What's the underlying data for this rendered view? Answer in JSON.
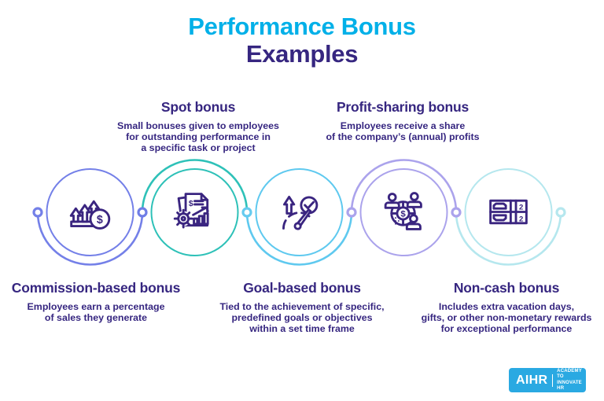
{
  "title": {
    "line1": "Performance Bonus",
    "line2": "Examples"
  },
  "items": [
    {
      "name": "commission-based-bonus",
      "heading": "Commission-based bonus",
      "description": "Employees earn a percentage\nof sales they generate",
      "label_position": "bottom",
      "icon": "rising-arrows-dollar-icon",
      "color": "#7480E8"
    },
    {
      "name": "spot-bonus",
      "heading": "Spot bonus",
      "description": "Small bonuses given to employees\nfor outstanding performance in\na specific task or project",
      "label_position": "top",
      "icon": "document-gear-chart-icon",
      "color": "#2EC1B8"
    },
    {
      "name": "goal-based-bonus",
      "heading": "Goal-based bonus",
      "description": "Tied to the achievement of specific,\npredefined goals or objectives\nwithin a set time frame",
      "label_position": "bottom",
      "icon": "gauge-checkmark-icon",
      "color": "#5FC9EF"
    },
    {
      "name": "profit-sharing-bonus",
      "heading": "Profit-sharing bonus",
      "description": "Employees receive a share\nof the company’s (annual) profits",
      "label_position": "top",
      "icon": "people-dollar-share-icon",
      "color": "#ABA3EC"
    },
    {
      "name": "non-cash-bonus",
      "heading": "Non-cash bonus",
      "description": "Includes extra vacation days,\ngifts, or other non-monetary rewards\nfor exceptional performance",
      "label_position": "bottom",
      "icon": "banknotes-icon",
      "color": "#B5E7EE"
    }
  ],
  "connector_dots": [
    "#7480E8",
    "#6F7DE6",
    "#66CBEF",
    "#ABA3EC",
    "#ABA3EC",
    "#B5E7EE"
  ],
  "logo": {
    "brand": "AIHR",
    "tagline_line1": "ACADEMY TO",
    "tagline_line2": "INNOVATE HR"
  },
  "colors": {
    "accent": "#00B0E8",
    "ink": "#362680",
    "icon": "#3A2580",
    "logo_bg": "#2AA9E2",
    "logo_text": "#FFFFFF"
  }
}
